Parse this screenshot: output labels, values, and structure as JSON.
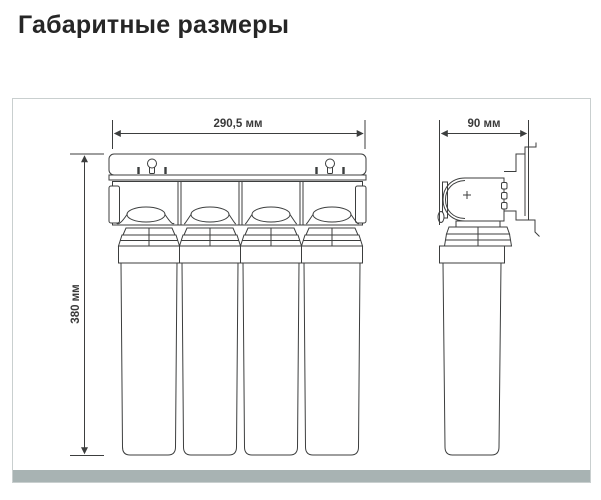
{
  "title": "Габаритные размеры",
  "diagram": {
    "front_view": {
      "width_label": "290,5 мм",
      "height_label": "380 мм",
      "cartridge_count": 4
    },
    "side_view": {
      "depth_label": "90 мм"
    }
  },
  "colors": {
    "line": "#3c3e3e",
    "panel_border": "#c9cfcf",
    "floor_bar": "#a8b3b3",
    "title_text": "#262626",
    "dimension_text": "#3a3a3a"
  }
}
